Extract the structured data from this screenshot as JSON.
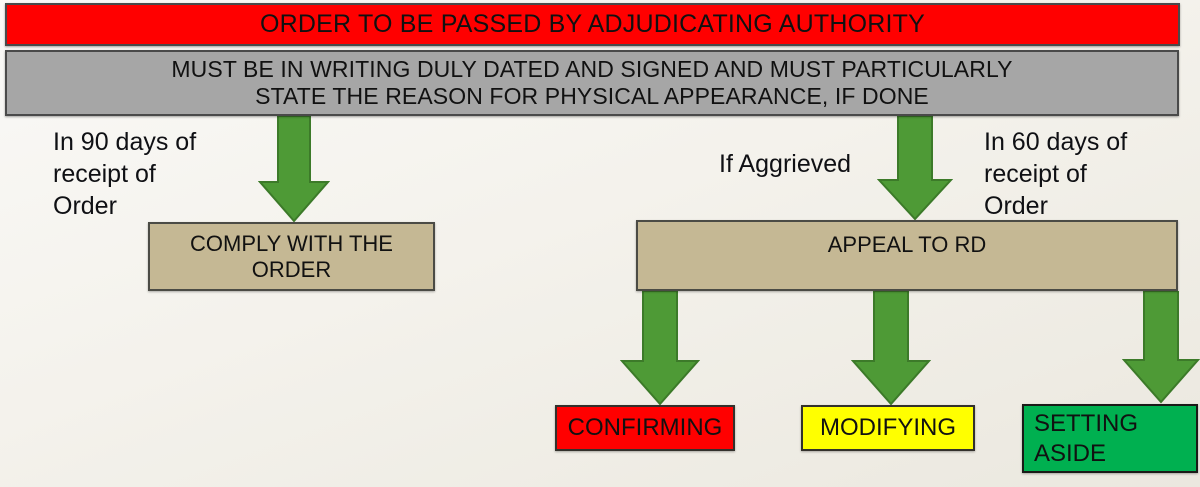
{
  "diagram": {
    "title": "Order to be passed by adjudicating authority flowchart",
    "nodes": {
      "header": "ORDER TO BE PASSED BY ADJUDICATING AUTHORITY",
      "subheader": "MUST BE IN WRITING DULY DATED AND SIGNED AND MUST PARTICULARLY\nSTATE THE REASON FOR PHYSICAL APPEARANCE, IF DONE",
      "comply": "COMPLY WITH THE\nORDER",
      "appeal": "APPEAL TO RD",
      "confirming": "CONFIRMING",
      "modifying": "MODIFYING",
      "setting_aside": "SETTING\nASIDE"
    },
    "edge_labels": {
      "left_timeline": "In 90 days of\nreceipt of\nOrder",
      "appeal_condition": "If Aggrieved",
      "right_timeline": "In 60 days of\nreceipt of\nOrder"
    },
    "colors": {
      "header_fill": "#ff0000",
      "subheader_fill": "#a6a6a6",
      "process_fill": "#c5b894",
      "confirming_fill": "#ff0000",
      "modifying_fill": "#ffff00",
      "setting_aside_fill": "#00b050",
      "arrow_fill": "#4e9a36",
      "arrow_stroke": "#3c7a29",
      "text": "#111111",
      "background": "#f4f2ec"
    }
  }
}
